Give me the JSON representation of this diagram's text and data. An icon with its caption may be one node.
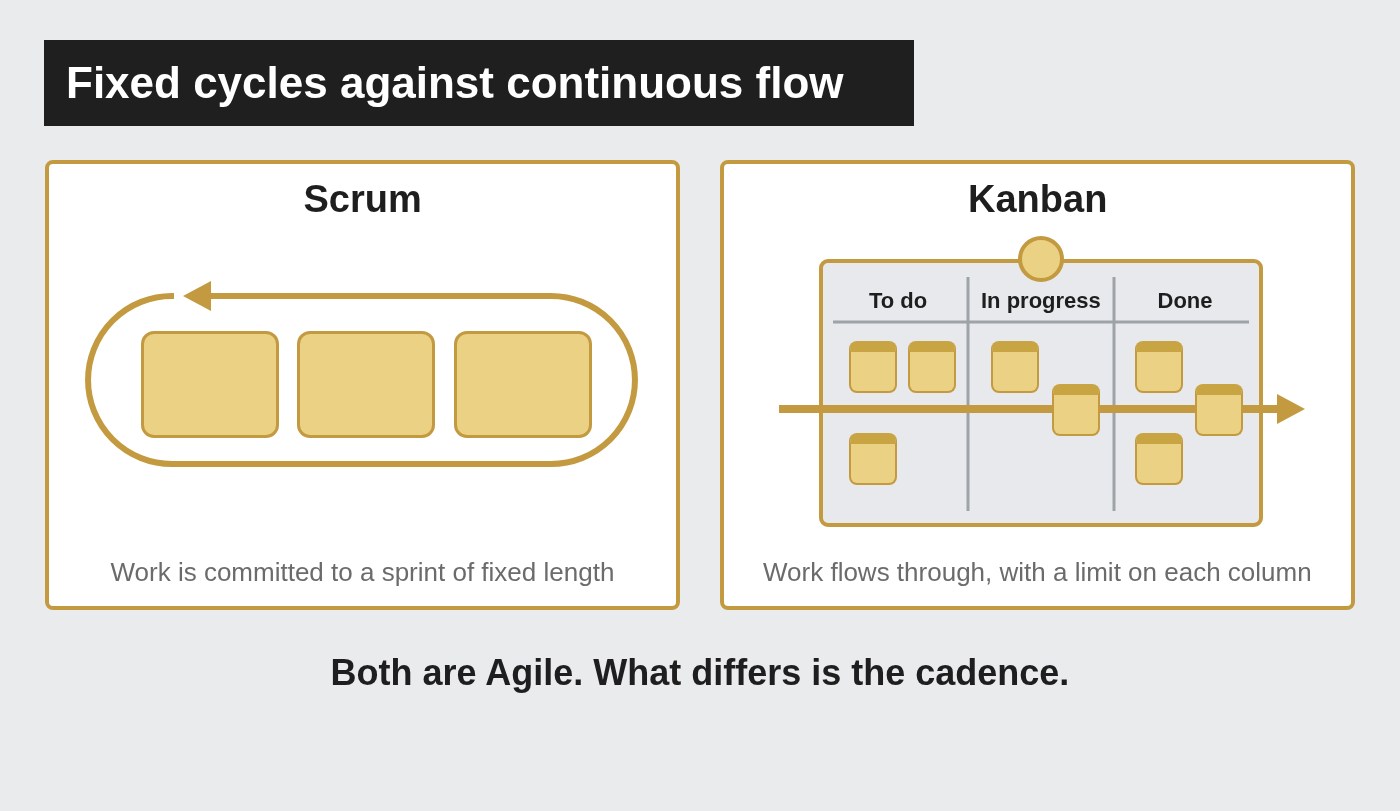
{
  "diagram": {
    "title": "Fixed cycles against continuous flow",
    "caption": "Both are Agile. What differs is the cadence.",
    "nodes": [
      {
        "text": [
          "Scrum",
          "Work is committed to a sprint of fixed length"
        ]
      },
      {
        "text": [],
        "shape": "box",
        "in": 0
      },
      {
        "text": [],
        "shape": "box",
        "in": 0
      },
      {
        "text": [],
        "shape": "box",
        "in": 0
      },
      {
        "text": [
          "Kanban",
          "Work flows through, with a limit on each column"
        ]
      },
      {
        "text": [
          "To do",
          "In progress",
          "Done"
        ],
        "in": 4
      },
      {
        "text": [],
        "shape": "box",
        "in": 5
      },
      {
        "text": [],
        "shape": "box",
        "in": 5
      },
      {
        "text": [],
        "shape": "box",
        "in": 5
      },
      {
        "text": [],
        "shape": "box",
        "in": 5
      },
      {
        "text": [],
        "shape": "box",
        "in": 5
      },
      {
        "text": [],
        "shape": "box",
        "in": 5
      },
      {
        "text": [],
        "shape": "box",
        "in": 5
      },
      {
        "text": [],
        "shape": "box",
        "in": 5
      }
    ]
  }
}
